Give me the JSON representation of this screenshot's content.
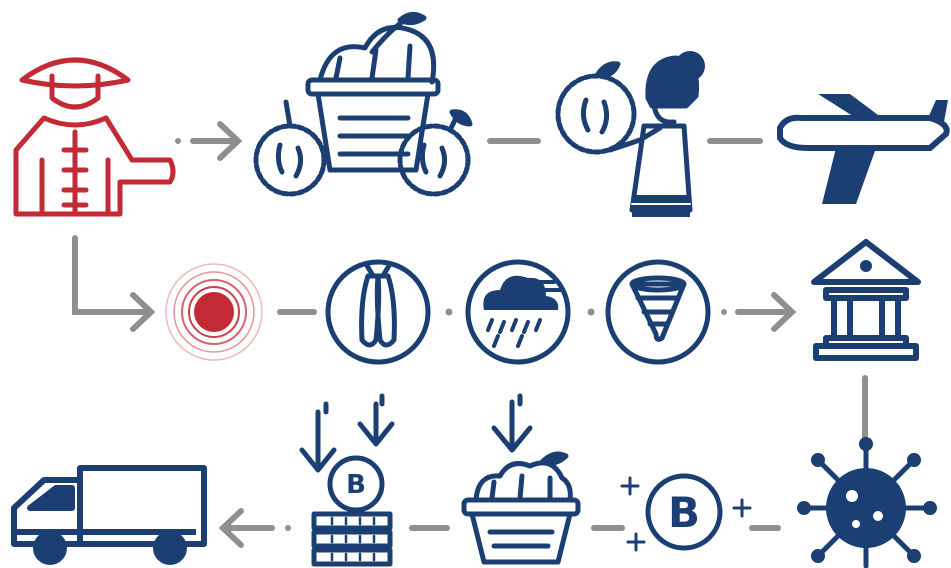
{
  "colors": {
    "navy": "#1b3f73",
    "red": "#c22a36",
    "gray": "#8f8f8f",
    "light_red": "#f0b9bd"
  },
  "diagram": {
    "row1": [
      {
        "id": "farmer",
        "icon": "farmer-icon"
      },
      {
        "id": "durian-basket",
        "icon": "durian-basket-icon"
      },
      {
        "id": "vendor",
        "icon": "woman-holding-durian-icon"
      },
      {
        "id": "airplane",
        "icon": "airplane-icon"
      }
    ],
    "row2": [
      {
        "id": "risk-target",
        "icon": "alert-target-icon"
      },
      {
        "id": "pest",
        "icon": "insect-icon"
      },
      {
        "id": "storm",
        "icon": "rain-cloud-icon"
      },
      {
        "id": "tornado",
        "icon": "tornado-icon"
      },
      {
        "id": "bank",
        "icon": "bank-icon"
      }
    ],
    "row3": [
      {
        "id": "truck",
        "icon": "delivery-truck-icon"
      },
      {
        "id": "crypto-deposit",
        "icon": "bitcoin-deposit-icon"
      },
      {
        "id": "durian-harvest",
        "icon": "durian-harvest-icon"
      },
      {
        "id": "bitcoin-coin",
        "icon": "bitcoin-coin-icon"
      },
      {
        "id": "virus",
        "icon": "virus-icon"
      }
    ]
  }
}
